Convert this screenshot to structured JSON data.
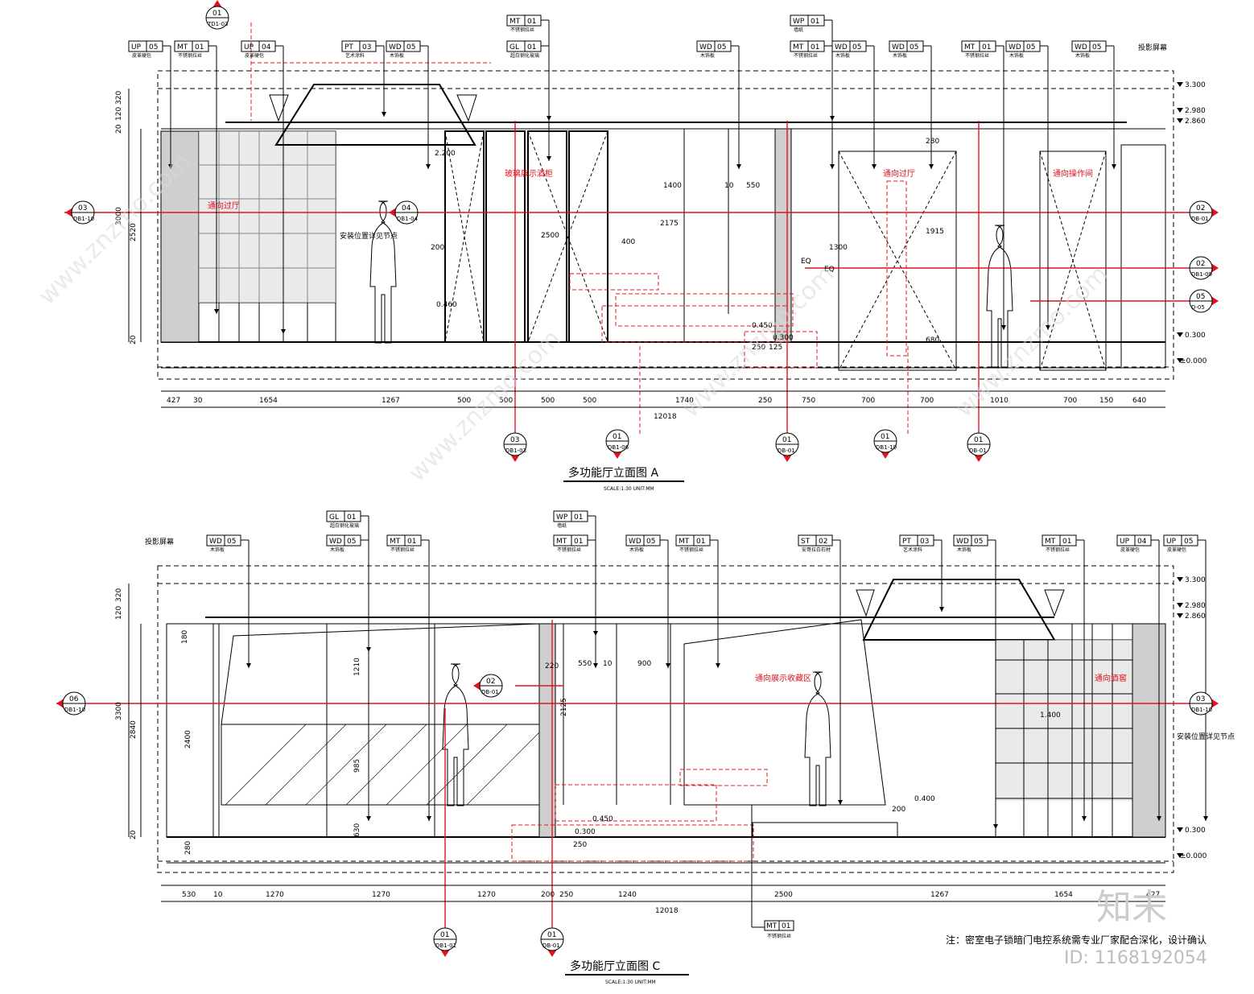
{
  "drawing_a": {
    "title": "多功能厅立面图 A",
    "scale": "SCALE:1:30  UNIT:MM",
    "total_width": "12018",
    "segments": [
      "427",
      "30",
      "1654",
      "1267",
      "500",
      "500",
      "500",
      "500",
      "1740",
      "250",
      "750",
      "700",
      "700",
      "1010",
      "700",
      "150",
      "640"
    ],
    "levels": [
      "3.300",
      "2.980",
      "2.860",
      "0.300",
      "±0.000"
    ],
    "vertical_dims": [
      "320",
      "120",
      "20",
      "3000",
      "2520",
      "20"
    ],
    "material_tags": [
      {
        "code": "UP",
        "num": "05",
        "note": "皮革硬包"
      },
      {
        "code": "MT",
        "num": "01",
        "note": "不锈钢拉丝"
      },
      {
        "code": "UP",
        "num": "04",
        "note": "皮革硬包"
      },
      {
        "code": "PT",
        "num": "03",
        "note": "艺术涂料"
      },
      {
        "code": "WD",
        "num": "05",
        "note": "木饰板"
      },
      {
        "code": "MT",
        "num": "01",
        "note": "不锈钢拉丝"
      },
      {
        "code": "GL",
        "num": "01",
        "note": "超白钢化玻璃"
      },
      {
        "code": "WD",
        "num": "05",
        "note": "木饰板"
      },
      {
        "code": "WP",
        "num": "01",
        "note": "墙纸"
      },
      {
        "code": "MT",
        "num": "01",
        "note": "不锈钢拉丝"
      },
      {
        "code": "WD",
        "num": "05",
        "note": "木饰板"
      },
      {
        "code": "WD",
        "num": "05",
        "note": "木饰板"
      },
      {
        "code": "MT",
        "num": "01",
        "note": "不锈钢拉丝"
      },
      {
        "code": "WD",
        "num": "05",
        "note": "木饰板"
      },
      {
        "code": "WD",
        "num": "05",
        "note": "木饰板"
      }
    ],
    "screen_label": "投影屏幕",
    "red_labels": [
      "通向过厅",
      "玻璃展示酒柜",
      "通向过厅",
      "通向操作间"
    ],
    "notes": [
      "安装位置详见节点"
    ],
    "section_marks": [
      {
        "num": "01",
        "ref": "TD1-03"
      },
      {
        "num": "03",
        "ref": "DB1-10"
      },
      {
        "num": "04",
        "ref": "DB1-04"
      },
      {
        "num": "02",
        "ref": "DB-01"
      },
      {
        "num": "02",
        "ref": "DB1-09"
      },
      {
        "num": "05",
        "ref": "D-05"
      },
      {
        "num": "03",
        "ref": "DB1-03"
      },
      {
        "num": "01",
        "ref": "DB1-06"
      },
      {
        "num": "01",
        "ref": "DB-01"
      },
      {
        "num": "01",
        "ref": "DB1-10"
      },
      {
        "num": "01",
        "ref": "DB-01"
      }
    ],
    "inner_dims": [
      "1400",
      "10",
      "550",
      "2175",
      "400",
      "1300",
      "EQ",
      "EQ",
      "1915",
      "680",
      "2500",
      "200",
      "0.460",
      "0.450",
      "0.300",
      "250",
      "125",
      "280",
      "2.200"
    ]
  },
  "drawing_c": {
    "title": "多功能厅立面图 C",
    "scale": "SCALE:1:30  UNIT:MM",
    "total_width": "12018",
    "segments": [
      "530",
      "10",
      "1270",
      "1270",
      "1270",
      "200",
      "250",
      "1240",
      "2500",
      "1267",
      "1654",
      "427"
    ],
    "levels": [
      "3.300",
      "2.980",
      "2.860",
      "0.300",
      "±0.000"
    ],
    "vertical_dims": [
      "320",
      "120",
      "3300",
      "2840",
      "20"
    ],
    "material_tags": [
      {
        "code": "WD",
        "num": "05",
        "note": "木饰板"
      },
      {
        "code": "GL",
        "num": "01",
        "note": "超白钢化玻璃"
      },
      {
        "code": "WD",
        "num": "05",
        "note": "木饰板"
      },
      {
        "code": "MT",
        "num": "01",
        "note": "不锈钢拉丝"
      },
      {
        "code": "WP",
        "num": "01",
        "note": "墙纸"
      },
      {
        "code": "MT",
        "num": "01",
        "note": "不锈钢拉丝"
      },
      {
        "code": "WD",
        "num": "05",
        "note": "木饰板"
      },
      {
        "code": "MT",
        "num": "01",
        "note": "不锈钢拉丝"
      },
      {
        "code": "ST",
        "num": "02",
        "note": "安哥拉白石材"
      },
      {
        "code": "PT",
        "num": "03",
        "note": "艺术涂料"
      },
      {
        "code": "WD",
        "num": "05",
        "note": "木饰板"
      },
      {
        "code": "MT",
        "num": "01",
        "note": "不锈钢拉丝"
      },
      {
        "code": "UP",
        "num": "04",
        "note": "皮革硬包"
      },
      {
        "code": "UP",
        "num": "05",
        "note": "皮革硬包"
      }
    ],
    "bottom_tag": {
      "code": "MT",
      "num": "01",
      "note": "不锈钢拉丝"
    },
    "screen_label": "投影屏幕",
    "red_labels": [
      "通向展示收藏区",
      "通向酒窖"
    ],
    "notes": [
      "安装位置详见节点"
    ],
    "section_marks": [
      {
        "num": "06",
        "ref": "DB1-10"
      },
      {
        "num": "02",
        "ref": "DB-01"
      },
      {
        "num": "03",
        "ref": "DB1-10"
      },
      {
        "num": "01",
        "ref": "DB1-01"
      },
      {
        "num": "01",
        "ref": "DB-01"
      }
    ],
    "inner_dims": [
      "180",
      "2400",
      "1210",
      "985",
      "630",
      "220",
      "550",
      "10",
      "900",
      "2125",
      "0.450",
      "0.300",
      "0.400",
      "1.400",
      "280",
      "200",
      "250"
    ]
  },
  "footnote": "注：密室电子锁暗门电控系统需专业厂家配合深化，设计确认",
  "watermark": {
    "brand": "知末",
    "id": "ID: 1168192054",
    "site": "www.znzmo.com"
  }
}
